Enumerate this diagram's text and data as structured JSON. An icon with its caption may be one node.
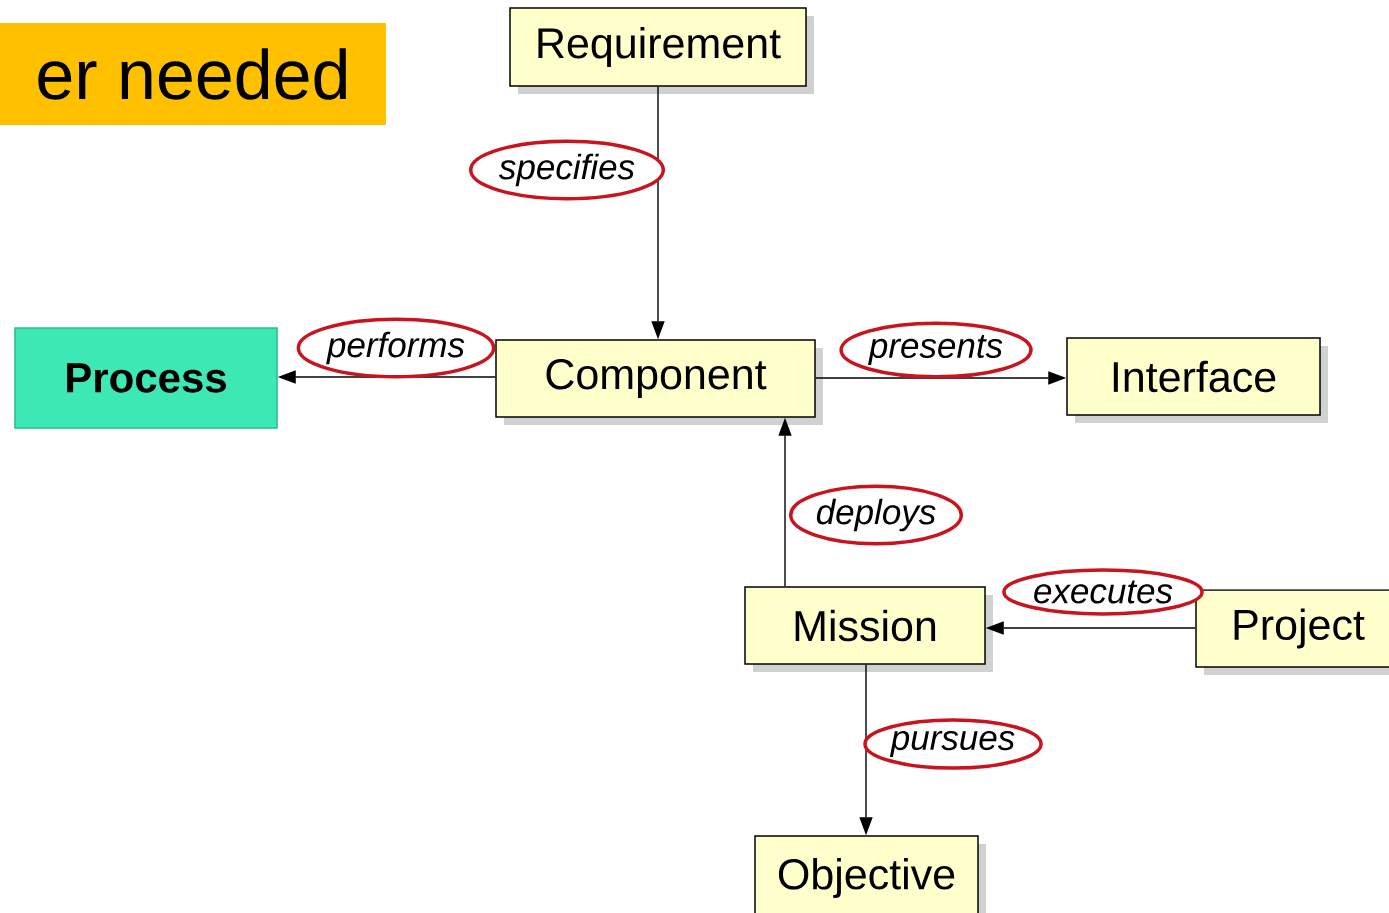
{
  "diagram": {
    "nodes": [
      {
        "text": [
          "er needed"
        ]
      },
      {
        "text": [
          "Requirement"
        ]
      },
      {
        "text": [
          "Process"
        ]
      },
      {
        "text": [
          "Component"
        ]
      },
      {
        "text": [
          "Interface"
        ]
      },
      {
        "text": [
          "Mission"
        ]
      },
      {
        "text": [
          "Project"
        ]
      },
      {
        "text": [
          "Objective"
        ]
      }
    ],
    "edges": [
      {
        "from": 1,
        "to": 3,
        "arrow": "to",
        "label": "specifies"
      },
      {
        "from": 3,
        "to": 2,
        "arrow": "to",
        "label": "performs"
      },
      {
        "from": 3,
        "to": 4,
        "arrow": "to",
        "label": "presents"
      },
      {
        "from": 5,
        "to": 3,
        "arrow": "to",
        "label": "deploys"
      },
      {
        "from": 6,
        "to": 5,
        "arrow": "to",
        "label": "executes"
      },
      {
        "from": 5,
        "to": 7,
        "arrow": "to",
        "label": "pursues"
      }
    ]
  }
}
